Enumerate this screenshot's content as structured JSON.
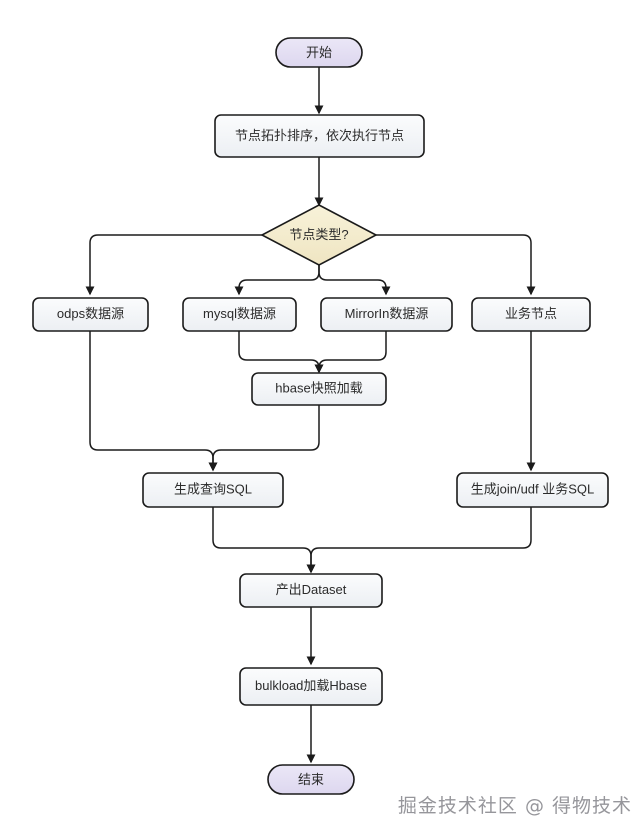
{
  "diagram": {
    "type": "flowchart",
    "title": "",
    "colors": {
      "terminal_fill": "#e3ddf2",
      "process_fill": "#f2f4f7",
      "decision_fill": "#f4eccd",
      "stroke": "#1b1b1b",
      "text": "#2b2b2b",
      "background": "#ffffff",
      "watermark": "#8e8e93"
    },
    "nodes": [
      {
        "id": "start",
        "label": "开始",
        "shape": "terminal"
      },
      {
        "id": "topo",
        "label": "节点拓扑排序，依次执行节点",
        "shape": "process"
      },
      {
        "id": "nodetype",
        "label": "节点类型?",
        "shape": "decision"
      },
      {
        "id": "odps",
        "label": "odps数据源",
        "shape": "process"
      },
      {
        "id": "mysql",
        "label": "mysql数据源",
        "shape": "process"
      },
      {
        "id": "mirrorin",
        "label": "MirrorIn数据源",
        "shape": "process"
      },
      {
        "id": "business",
        "label": "业务节点",
        "shape": "process"
      },
      {
        "id": "hbasesnap",
        "label": "hbase快照加载",
        "shape": "process"
      },
      {
        "id": "querysql",
        "label": "生成查询SQL",
        "shape": "process"
      },
      {
        "id": "bizsql",
        "label": "生成join/udf 业务SQL",
        "shape": "process"
      },
      {
        "id": "dataset",
        "label": "产出Dataset",
        "shape": "process"
      },
      {
        "id": "bulkload",
        "label": "bulkload加载Hbase",
        "shape": "process"
      },
      {
        "id": "end",
        "label": "结束",
        "shape": "terminal"
      }
    ],
    "edges": [
      {
        "from": "start",
        "to": "topo"
      },
      {
        "from": "topo",
        "to": "nodetype"
      },
      {
        "from": "nodetype",
        "to": "odps"
      },
      {
        "from": "nodetype",
        "to": "mysql"
      },
      {
        "from": "nodetype",
        "to": "mirrorin"
      },
      {
        "from": "nodetype",
        "to": "business"
      },
      {
        "from": "mysql",
        "to": "hbasesnap"
      },
      {
        "from": "mirrorin",
        "to": "hbasesnap"
      },
      {
        "from": "odps",
        "to": "querysql"
      },
      {
        "from": "hbasesnap",
        "to": "querysql"
      },
      {
        "from": "business",
        "to": "bizsql"
      },
      {
        "from": "querysql",
        "to": "dataset"
      },
      {
        "from": "bizsql",
        "to": "dataset"
      },
      {
        "from": "dataset",
        "to": "bulkload"
      },
      {
        "from": "bulkload",
        "to": "end"
      }
    ]
  },
  "watermark": {
    "text": "掘金技术社区 @ 得物技术"
  }
}
